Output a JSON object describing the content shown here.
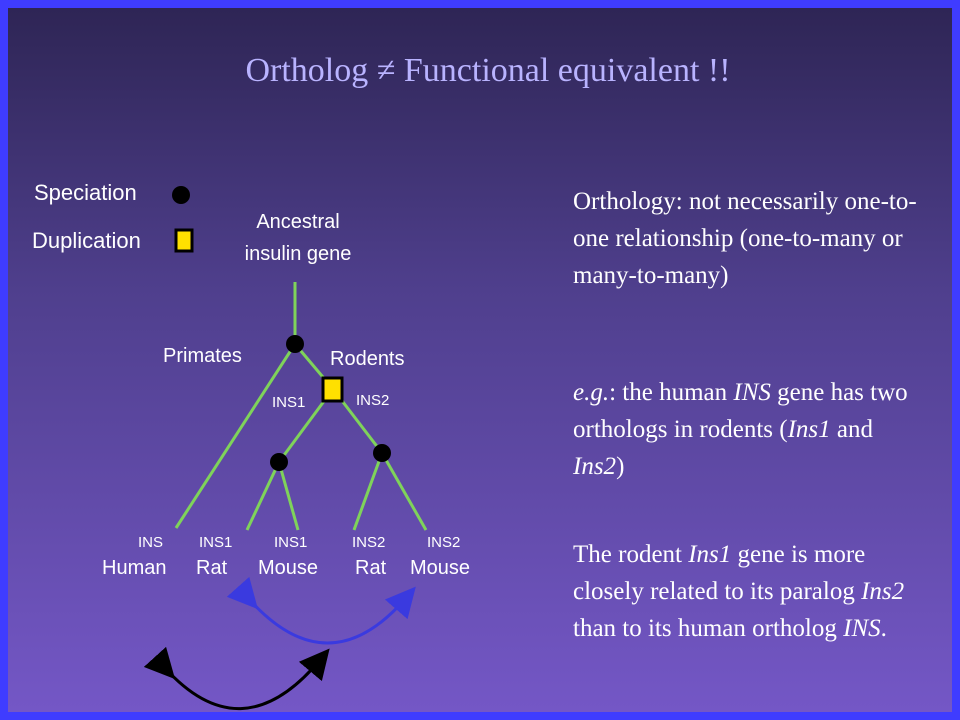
{
  "title": "Ortholog ≠ Functional  equivalent !!",
  "legend": {
    "speciation": "Speciation",
    "duplication": "Duplication"
  },
  "tree": {
    "root_label_line1": "Ancestral",
    "root_label_line2": "insulin gene",
    "branch_primates": "Primates",
    "branch_rodents": "Rodents",
    "dup_left": "INS1",
    "dup_right": "INS2",
    "leaves": [
      {
        "gene": "INS",
        "species": "Human"
      },
      {
        "gene": "INS1",
        "species": "Rat"
      },
      {
        "gene": "INS1",
        "species": "Mouse"
      },
      {
        "gene": "INS2",
        "species": "Rat"
      },
      {
        "gene": "INS2",
        "species": "Mouse"
      }
    ]
  },
  "text": {
    "p1": "Orthology: not necessarily one-to-one relationship (one-to-many or many-to-many)",
    "p2_prefix": "e.g.",
    "p2_a": ": the human ",
    "p2_ins": "INS",
    "p2_b": " gene has two orthologs in rodents (",
    "p2_ins1": "Ins1",
    "p2_c": " and ",
    "p2_ins2": "Ins2",
    "p2_d": ")",
    "p3_a": "The rodent ",
    "p3_ins1": "Ins1",
    "p3_b": " gene is more closely related to its paralog ",
    "p3_ins2": "Ins2",
    "p3_c": " than to its human  ortholog ",
    "p3_ins": "INS",
    "p3_d": "."
  },
  "colors": {
    "branch": "#7fd35a",
    "node": "#000000",
    "duplication_fill": "#ffe000",
    "arc_paralog": "#3a3adf",
    "arc_ortholog": "#000000"
  }
}
